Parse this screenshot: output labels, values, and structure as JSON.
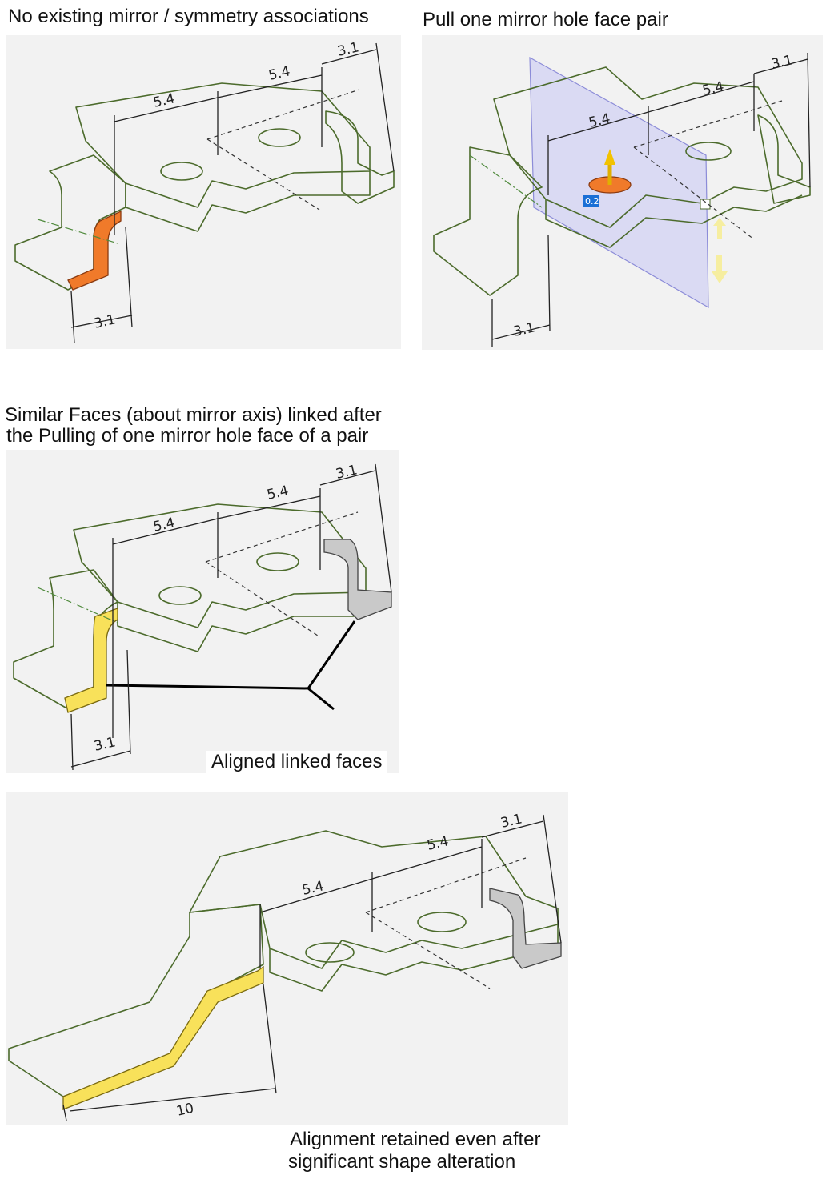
{
  "captions": {
    "panel1": "No existing mirror / symmetry associations",
    "panel2": "Pull one mirror hole face pair",
    "panel3_line1": "Similar Faces (about mirror axis) linked after",
    "panel3_line2": "the Pulling of one mirror hole face of a pair",
    "panel3_note": "Aligned linked faces",
    "panel4_line1": "Alignment retained even after",
    "panel4_line2": "significant shape alteration"
  },
  "dimensions": {
    "a": "5.4",
    "b": "5.4",
    "c": "3.1",
    "d": "3.1",
    "e": "10",
    "pull_value": "0.2"
  },
  "colors": {
    "model_fill_green": "#cdf0b0",
    "edge": "#4c6b2c",
    "selected_orange": "#f07a2a",
    "linked_yellow": "#f8e15a",
    "linked_gray": "#c9c9c9",
    "mirror_plane": "#c9c9f3",
    "panel_bg": "#f2f2f2"
  },
  "icons": [
    "mirror-plane-icon",
    "pull-arrow-icon",
    "move-arrows-icon",
    "dimension-lock-icon"
  ]
}
